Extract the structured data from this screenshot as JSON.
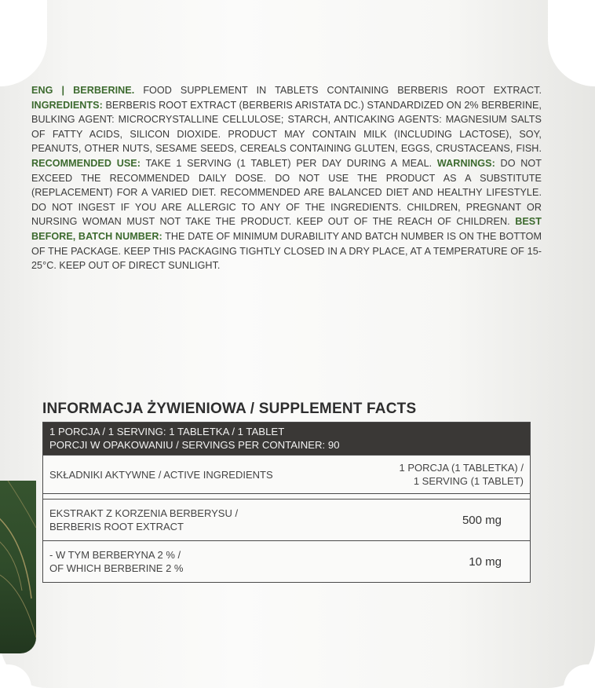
{
  "label": {
    "lang": "ENG |",
    "product_name": "BERBERINE.",
    "intro": " FOOD SUPPLEMENT IN TABLETS CONTAINING BERBERIS ROOT EXTRACT.",
    "ingredients_heading": "INGREDIENTS:",
    "ingredients_text": " BERBERIS ROOT EXTRACT (BERBERIS ARISTATA DC.) STANDARDIZED ON 2% BERBERINE, BULKING AGENT: MICROCRYSTALLINE CELLULOSE; STARCH, ANTICAKING AGENTS: MAGNESIUM SALTS OF FATTY ACIDS, SILICON DIOXIDE. PRODUCT MAY CONTAIN MILK (INCLUDING LACTOSE), SOY, PEANUTS, OTHER NUTS, SESAME SEEDS, CEREALS CONTAINING GLUTEN, EGGS, CRUSTACEANS, FISH. ",
    "recommended_heading": "RECOMMENDED USE:",
    "recommended_text": " TAKE 1 SERVING  (1 TABLET) PER DAY DURING A MEAL. ",
    "warnings_heading": "WARNINGS:",
    "warnings_text": " DO NOT EXCEED THE RECOMMENDED DAILY DOSE. DO NOT USE THE PRODUCT AS A SUBSTITUTE (REPLACEMENT) FOR A VARIED DIET. RECOMMENDED ARE BALANCED DIET AND HEALTHY LIFESTYLE. DO NOT INGEST IF YOU ARE ALLERGIC TO ANY OF THE INGREDIENTS. CHILDREN, PREGNANT OR NURSING WOMAN MUST NOT TAKE THE PRODUCT. KEEP OUT OF THE REACH OF CHILDREN. ",
    "best_before_heading": "BEST BEFORE, BATCH NUMBER:",
    "best_before_text": " THE DATE OF MINIMUM DURABILITY AND BATCH NUMBER IS ON THE BOTTOM OF THE PACKAGE. KEEP THIS PACKAGING TIGHTLY CLOSED IN A DRY PLACE, AT A TEMPERATURE OF 15-25°C. KEEP OUT OF DIRECT SUNLIGHT."
  },
  "facts": {
    "title": "INFORMACJA ŻYWIENIOWA / SUPPLEMENT FACTS",
    "serving_line": "1 PORCJA / 1 SERVING: 1 TABLETKA / 1 TABLET",
    "servings_line": "PORCJI W OPAKOWANIU / SERVINGS PER CONTAINER: 90",
    "active_label": "SKŁADNIKI AKTYWNE / ACTIVE INGREDIENTS",
    "portion_line1": "1 PORCJA (1 TABLETKA) /",
    "portion_line2": "1 SERVING (1 TABLET)",
    "rows": [
      {
        "line1": "EKSTRAKT Z KORZENIA BERBERYSU /",
        "line2": "BERBERIS ROOT EXTRACT",
        "amount": "500 mg"
      },
      {
        "line1": "- W TYM BERBERYNA 2 % /",
        "line2": "OF WHICH BERBERINE 2 %",
        "amount": "10 mg"
      }
    ]
  },
  "colors": {
    "green_heading": "#3c6a2e",
    "table_header_bg": "#3a3836",
    "leaf_band": "#2f4b2a"
  }
}
